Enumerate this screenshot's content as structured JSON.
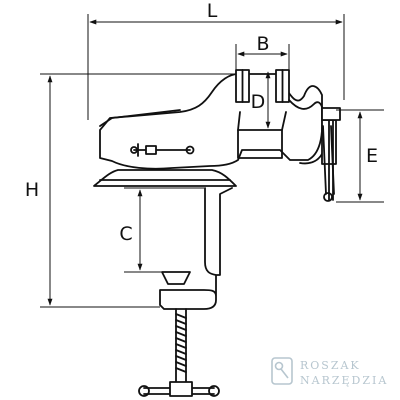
{
  "dimensions": {
    "L": "L",
    "B": "B",
    "D": "D",
    "E": "E",
    "H": "H",
    "C": "C"
  },
  "watermark": {
    "line1": "ROSZAK",
    "line2": "NARZĘDZIA",
    "icon": "wrench-tag-icon"
  },
  "colors": {
    "ink": "#111111",
    "watermark": "#b7c6cf"
  }
}
